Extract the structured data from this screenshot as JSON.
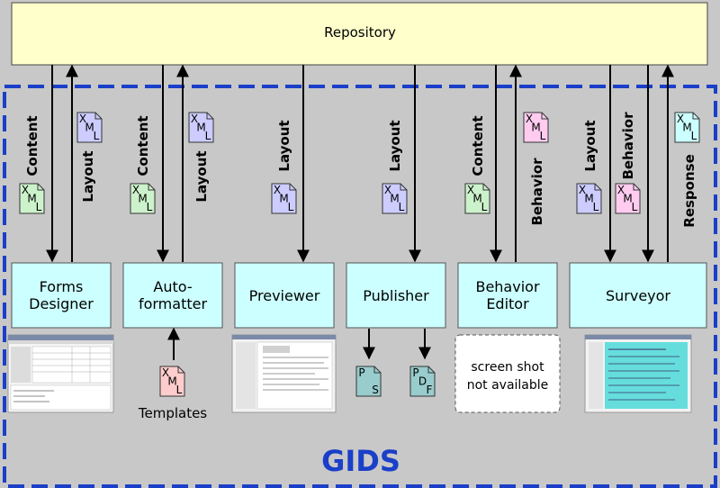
{
  "repository": {
    "label": "Repository"
  },
  "system": {
    "name": "GIDS"
  },
  "components": [
    {
      "id": "forms-designer",
      "lines": [
        "Forms",
        "Designer"
      ],
      "shot": "screenshot"
    },
    {
      "id": "autoformatter",
      "lines": [
        "Auto-",
        "formatter"
      ],
      "input": "Templates"
    },
    {
      "id": "previewer",
      "lines": [
        "Previewer"
      ],
      "shot": "screenshot"
    },
    {
      "id": "publisher",
      "lines": [
        "Publisher"
      ],
      "outputs": [
        "PS",
        "PDF"
      ]
    },
    {
      "id": "behavior-editor",
      "lines": [
        "Behavior",
        "Editor"
      ],
      "shot_placeholder": [
        "screen shot",
        "not available"
      ]
    },
    {
      "id": "surveyor",
      "lines": [
        "Surveyor"
      ],
      "shot": "screenshot"
    }
  ],
  "flows": [
    {
      "component": "forms-designer",
      "label": "Content",
      "direction": "down",
      "doc": "XML",
      "doc_color": "#ccf2cc"
    },
    {
      "component": "forms-designer",
      "label": "Layout",
      "direction": "up",
      "doc": "XML",
      "doc_color": "#ccccff"
    },
    {
      "component": "autoformatter",
      "label": "Content",
      "direction": "down",
      "doc": "XML",
      "doc_color": "#ccf2cc"
    },
    {
      "component": "autoformatter",
      "label": "Layout",
      "direction": "up",
      "doc": "XML",
      "doc_color": "#ccccff"
    },
    {
      "component": "previewer",
      "label": "Layout",
      "direction": "down",
      "doc": "XML",
      "doc_color": "#ccccff"
    },
    {
      "component": "publisher",
      "label": "Layout",
      "direction": "down",
      "doc": "XML",
      "doc_color": "#ccccff"
    },
    {
      "component": "behavior-editor",
      "label": "Content",
      "direction": "down",
      "doc": "XML",
      "doc_color": "#ccf2cc"
    },
    {
      "component": "behavior-editor",
      "label": "Behavior",
      "direction": "up",
      "doc": "XML",
      "doc_color": "#ffccf0"
    },
    {
      "component": "surveyor",
      "label": "Layout",
      "direction": "down",
      "doc": "XML",
      "doc_color": "#ccccff"
    },
    {
      "component": "surveyor",
      "label": "Behavior",
      "direction": "down",
      "doc": "XML",
      "doc_color": "#ffccf0"
    },
    {
      "component": "surveyor",
      "label": "Response",
      "direction": "up",
      "doc": "XML",
      "doc_color": "#ccffff"
    }
  ],
  "documents": {
    "templates": {
      "text": "XML",
      "color": "#ffcccc"
    },
    "ps": {
      "text": "PS",
      "color": "#99cccc"
    },
    "pdf": {
      "text": "PDF",
      "color": "#99cccc"
    }
  },
  "colors": {
    "background": "#c8c8c8",
    "repository_fill": "#ffffcc",
    "component_fill": "#ccffff",
    "border_dashed": "#1a3fc8",
    "title": "#1a3fc8"
  }
}
